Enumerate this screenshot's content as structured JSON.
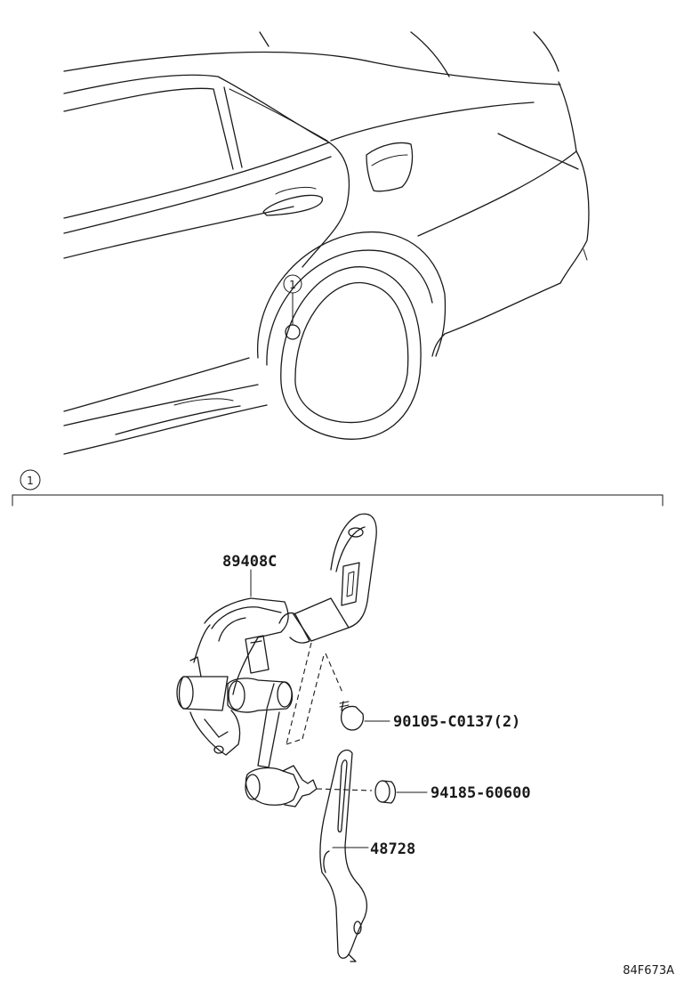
{
  "callout": "1",
  "section_marker": "1",
  "parts": {
    "sensor": "89408C",
    "bolt": "90105-C0137(2)",
    "nut": "94185-60600",
    "link": "48728"
  },
  "illustration_code": "84F673A"
}
